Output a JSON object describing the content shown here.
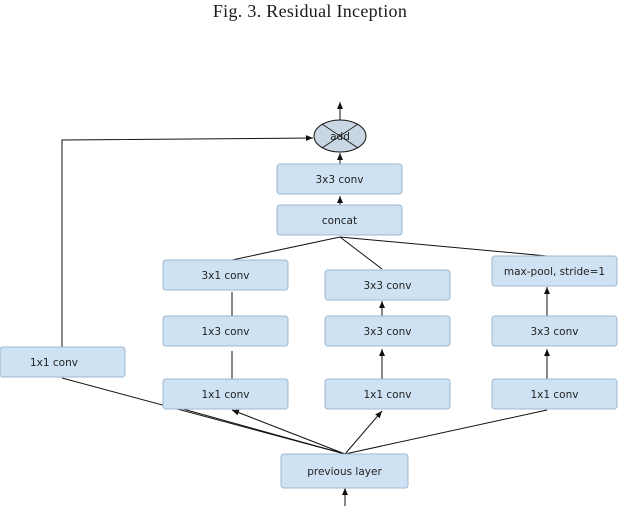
{
  "caption": "Fig. 3.  Residual Inception",
  "colors": {
    "box_fill": "#cfe2f3",
    "box_stroke": "#9db8cf",
    "add_fill": "#c9d6e4",
    "line": "#111111"
  },
  "nodes": {
    "add": "add",
    "conv3x3_top": "3x3 conv",
    "concat": "concat",
    "b1_conv3x1": "3x1 conv",
    "b1_conv1x3": "1x3 conv",
    "b1_conv1x1": "1x1 conv",
    "b2_conv3x3_a": "3x3 conv",
    "b2_conv3x3_b": "3x3 conv",
    "b2_conv1x1": "1x1 conv",
    "b3_maxpool": "max-pool, stride=1",
    "b3_conv3x3": "3x3 conv",
    "b3_conv1x1": "1x1 conv",
    "shortcut_conv1x1": "1x1 conv",
    "previous_layer": "previous layer"
  }
}
